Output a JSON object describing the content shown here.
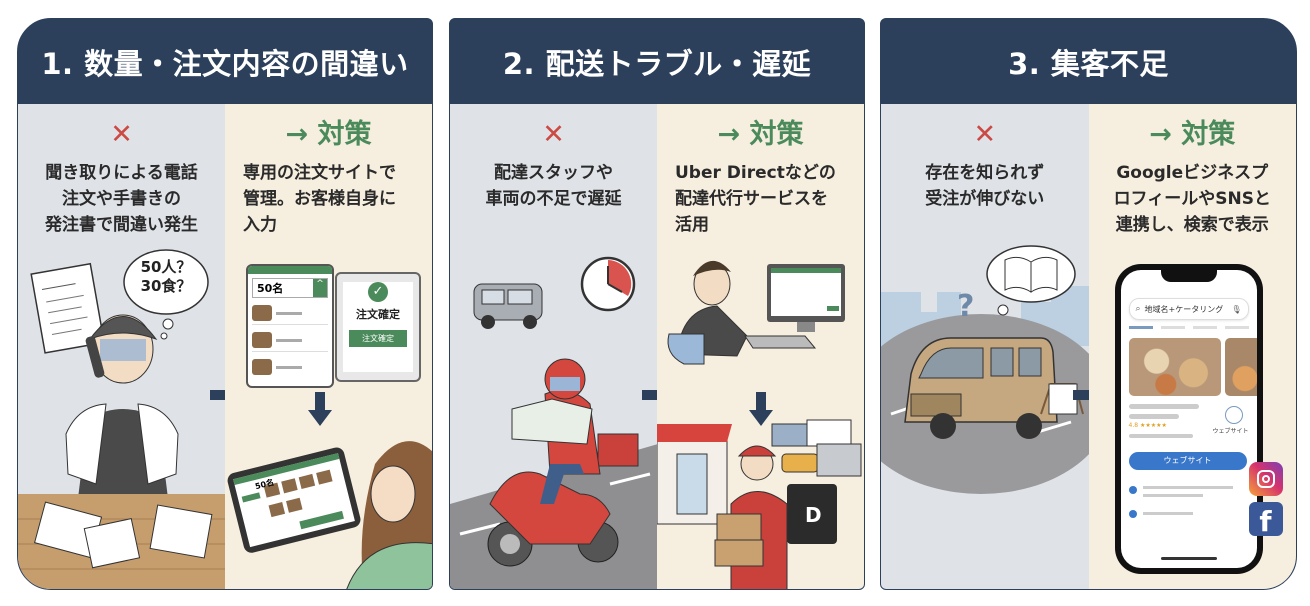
{
  "colors": {
    "header_bg": "#2c405c",
    "problem_bg": "#dfe3e8",
    "solution_bg": "#f6eedf",
    "x_mark": "#cc4a44",
    "solution_green": "#4b8a5a",
    "arrow": "#2c405c"
  },
  "panels": [
    {
      "title": "1. 数量・注文内容の間違い",
      "problem": {
        "mark": "✕",
        "text": "聞き取りによる電話\n注文や手書きの\n発注書で間違い発生",
        "bubble_line1": "50人？",
        "bubble_line2": "30食？"
      },
      "solution": {
        "mark": "→ 対策",
        "text": "専用の注文サイトで\n管理。お客様自身に\n入力",
        "form_qty": "50名",
        "confirm_title": "注文確定",
        "confirm_button": "注文確定",
        "tablet_qty": "50名"
      }
    },
    {
      "title": "2. 配送トラブル・遅延",
      "problem": {
        "mark": "✕",
        "text": "配達スタッフや\n車両の不足で遅延"
      },
      "solution": {
        "mark": "→ 対策",
        "text": "Uber Directなどの\n配達代行サービスを\n活用"
      }
    },
    {
      "title": "3. 集客不足",
      "problem": {
        "mark": "✕",
        "text": "存在を知られず\n受注が伸びない"
      },
      "solution": {
        "mark": "→ 対策",
        "text": "Googleビジネスプ\nロフィールやSNSと\n連携し、検索で表示",
        "search_query": "地域名+ケータリング",
        "rating": "4.8 ★★★★★",
        "website_label": "ウェブサイト",
        "website_button": "ウェブサイト"
      }
    }
  ]
}
